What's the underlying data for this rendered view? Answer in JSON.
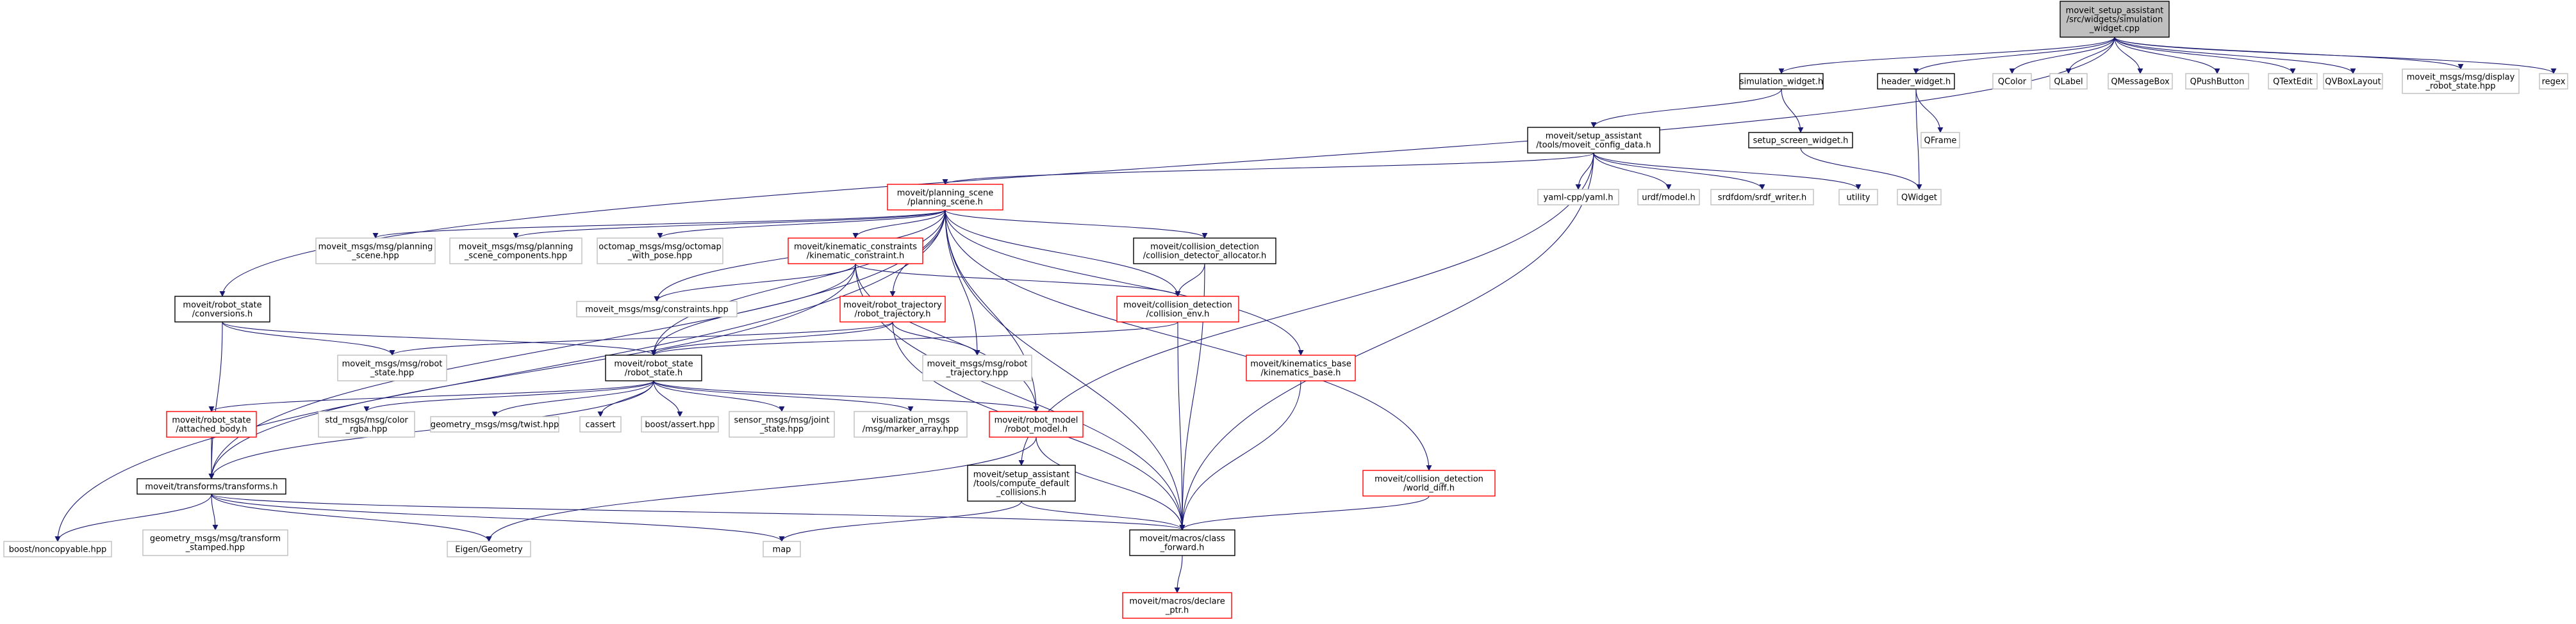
{
  "colors": {
    "edge_default": "#191970",
    "edge_grey": "#b8b8b8",
    "node_black": "#000000",
    "node_grey": "#bfbfbf",
    "node_red": "#ff0000",
    "root_fill": "#bfbfbf"
  },
  "nodes": [
    {
      "id": "root",
      "kind": "root",
      "lines": [
        "moveit_setup_assistant",
        "/src/widgets/simulation",
        "_widget.cpp"
      ]
    },
    {
      "id": "simulation_widget",
      "kind": "black",
      "lines": [
        "simulation_widget.h"
      ]
    },
    {
      "id": "header_widget",
      "kind": "black",
      "lines": [
        "header_widget.h"
      ]
    },
    {
      "id": "qcolor",
      "kind": "grey",
      "lines": [
        "QColor"
      ]
    },
    {
      "id": "qlabel",
      "kind": "grey",
      "lines": [
        "QLabel"
      ]
    },
    {
      "id": "qmessagebox",
      "kind": "grey",
      "lines": [
        "QMessageBox"
      ]
    },
    {
      "id": "qpushbutton",
      "kind": "grey",
      "lines": [
        "QPushButton"
      ]
    },
    {
      "id": "qtextedit",
      "kind": "grey",
      "lines": [
        "QTextEdit"
      ]
    },
    {
      "id": "qvboxlayout",
      "kind": "grey",
      "lines": [
        "QVBoxLayout"
      ]
    },
    {
      "id": "display_robot_state",
      "kind": "grey",
      "lines": [
        "moveit_msgs/msg/display",
        "_robot_state.hpp"
      ]
    },
    {
      "id": "regex",
      "kind": "grey",
      "lines": [
        "regex"
      ]
    },
    {
      "id": "moveit_config_data",
      "kind": "black",
      "lines": [
        "moveit/setup_assistant",
        "/tools/moveit_config_data.h"
      ]
    },
    {
      "id": "setup_screen_widget",
      "kind": "black",
      "lines": [
        "setup_screen_widget.h"
      ]
    },
    {
      "id": "qframe",
      "kind": "grey",
      "lines": [
        "QFrame"
      ]
    },
    {
      "id": "qwidget",
      "kind": "grey",
      "lines": [
        "QWidget"
      ]
    },
    {
      "id": "planning_scene",
      "kind": "red",
      "lines": [
        "moveit/planning_scene",
        "/planning_scene.h"
      ]
    },
    {
      "id": "yaml",
      "kind": "grey",
      "lines": [
        "yaml-cpp/yaml.h"
      ]
    },
    {
      "id": "urdf_model",
      "kind": "grey",
      "lines": [
        "urdf/model.h"
      ]
    },
    {
      "id": "srdf_writer",
      "kind": "grey",
      "lines": [
        "srdfdom/srdf_writer.h"
      ]
    },
    {
      "id": "utility",
      "kind": "grey",
      "lines": [
        "utility"
      ]
    },
    {
      "id": "msg_planning_scene",
      "kind": "grey",
      "lines": [
        "moveit_msgs/msg/planning",
        "_scene.hpp"
      ]
    },
    {
      "id": "planning_scene_components",
      "kind": "grey",
      "lines": [
        "moveit_msgs/msg/planning",
        "_scene_components.hpp"
      ]
    },
    {
      "id": "octomap_with_pose",
      "kind": "grey",
      "lines": [
        "octomap_msgs/msg/octomap",
        "_with_pose.hpp"
      ]
    },
    {
      "id": "kinematic_constraint",
      "kind": "red",
      "lines": [
        "moveit/kinematic_constraints",
        "/kinematic_constraint.h"
      ]
    },
    {
      "id": "collision_detector_allocator",
      "kind": "black",
      "lines": [
        "moveit/collision_detection",
        "/collision_detector_allocator.h"
      ]
    },
    {
      "id": "conversions",
      "kind": "black",
      "lines": [
        "moveit/robot_state",
        "/conversions.h"
      ]
    },
    {
      "id": "constraints",
      "kind": "grey",
      "lines": [
        "moveit_msgs/msg/constraints.hpp"
      ]
    },
    {
      "id": "robot_trajectory",
      "kind": "red",
      "lines": [
        "moveit/robot_trajectory",
        "/robot_trajectory.h"
      ]
    },
    {
      "id": "collision_env",
      "kind": "red",
      "lines": [
        "moveit/collision_detection",
        "/collision_env.h"
      ]
    },
    {
      "id": "kinematics_base",
      "kind": "red",
      "lines": [
        "moveit/kinematics_base",
        "/kinematics_base.h"
      ]
    },
    {
      "id": "msg_robot_state",
      "kind": "grey",
      "lines": [
        "moveit_msgs/msg/robot",
        "_state.hpp"
      ]
    },
    {
      "id": "robot_state",
      "kind": "black",
      "lines": [
        "moveit/robot_state",
        "/robot_state.h"
      ]
    },
    {
      "id": "msg_robot_trajectory",
      "kind": "grey",
      "lines": [
        "moveit_msgs/msg/robot",
        "_trajectory.hpp"
      ]
    },
    {
      "id": "attached_body",
      "kind": "red",
      "lines": [
        "moveit/robot_state",
        "/attached_body.h"
      ]
    },
    {
      "id": "color_rgba",
      "kind": "grey",
      "lines": [
        "std_msgs/msg/color",
        "_rgba.hpp"
      ]
    },
    {
      "id": "twist",
      "kind": "grey",
      "lines": [
        "geometry_msgs/msg/twist.hpp"
      ]
    },
    {
      "id": "cassert",
      "kind": "grey",
      "lines": [
        "cassert"
      ]
    },
    {
      "id": "boost_assert",
      "kind": "grey",
      "lines": [
        "boost/assert.hpp"
      ]
    },
    {
      "id": "joint_state",
      "kind": "grey",
      "lines": [
        "sensor_msgs/msg/joint",
        "_state.hpp"
      ]
    },
    {
      "id": "marker_array",
      "kind": "grey",
      "lines": [
        "visualization_msgs",
        "/msg/marker_array.hpp"
      ]
    },
    {
      "id": "robot_model",
      "kind": "red",
      "lines": [
        "moveit/robot_model",
        "/robot_model.h"
      ]
    },
    {
      "id": "transforms",
      "kind": "black",
      "lines": [
        "moveit/transforms/transforms.h"
      ]
    },
    {
      "id": "compute_default_collisions",
      "kind": "black",
      "lines": [
        "moveit/setup_assistant",
        "/tools/compute_default",
        "_collisions.h"
      ]
    },
    {
      "id": "world_diff",
      "kind": "red",
      "lines": [
        "moveit/collision_detection",
        "/world_diff.h"
      ]
    },
    {
      "id": "noncopyable",
      "kind": "grey",
      "lines": [
        "boost/noncopyable.hpp"
      ]
    },
    {
      "id": "transform_stamped",
      "kind": "grey",
      "lines": [
        "geometry_msgs/msg/transform",
        "_stamped.hpp"
      ]
    },
    {
      "id": "eigen_geometry",
      "kind": "grey",
      "lines": [
        "Eigen/Geometry"
      ]
    },
    {
      "id": "map",
      "kind": "grey",
      "lines": [
        "map"
      ]
    },
    {
      "id": "class_forward",
      "kind": "black",
      "lines": [
        "moveit/macros/class",
        "_forward.h"
      ]
    },
    {
      "id": "declare_ptr",
      "kind": "red",
      "lines": [
        "moveit/macros/declare",
        "_ptr.h"
      ]
    }
  ],
  "edges": [
    [
      "root",
      "simulation_widget"
    ],
    [
      "root",
      "header_widget"
    ],
    [
      "root",
      "qcolor"
    ],
    [
      "root",
      "qlabel"
    ],
    [
      "root",
      "qmessagebox"
    ],
    [
      "root",
      "qpushbutton"
    ],
    [
      "root",
      "qtextedit"
    ],
    [
      "root",
      "qvboxlayout"
    ],
    [
      "root",
      "display_robot_state"
    ],
    [
      "root",
      "regex"
    ],
    [
      "root",
      "conversions"
    ],
    [
      "simulation_widget",
      "moveit_config_data"
    ],
    [
      "simulation_widget",
      "setup_screen_widget"
    ],
    [
      "header_widget",
      "qframe"
    ],
    [
      "header_widget",
      "qwidget"
    ],
    [
      "setup_screen_widget",
      "qwidget"
    ],
    [
      "moveit_config_data",
      "planning_scene"
    ],
    [
      "moveit_config_data",
      "yaml"
    ],
    [
      "moveit_config_data",
      "urdf_model"
    ],
    [
      "moveit_config_data",
      "srdf_writer"
    ],
    [
      "moveit_config_data",
      "utility"
    ],
    [
      "moveit_config_data",
      "compute_default_collisions"
    ],
    [
      "moveit_config_data",
      "class_forward"
    ],
    [
      "planning_scene",
      "msg_planning_scene"
    ],
    [
      "planning_scene",
      "planning_scene_components"
    ],
    [
      "planning_scene",
      "octomap_with_pose"
    ],
    [
      "planning_scene",
      "kinematic_constraint"
    ],
    [
      "planning_scene",
      "collision_detector_allocator"
    ],
    [
      "planning_scene",
      "constraints"
    ],
    [
      "planning_scene",
      "robot_trajectory"
    ],
    [
      "planning_scene",
      "collision_env"
    ],
    [
      "planning_scene",
      "kinematics_base"
    ],
    [
      "planning_scene",
      "robot_state"
    ],
    [
      "planning_scene",
      "msg_robot_trajectory"
    ],
    [
      "planning_scene",
      "robot_model"
    ],
    [
      "planning_scene",
      "transforms"
    ],
    [
      "planning_scene",
      "world_diff"
    ],
    [
      "planning_scene",
      "noncopyable"
    ],
    [
      "planning_scene",
      "class_forward"
    ],
    [
      "kinematic_constraint",
      "constraints"
    ],
    [
      "kinematic_constraint",
      "robot_state"
    ],
    [
      "kinematic_constraint",
      "collision_env"
    ],
    [
      "kinematic_constraint",
      "transforms"
    ],
    [
      "kinematic_constraint",
      "robot_model"
    ],
    [
      "kinematic_constraint",
      "class_forward"
    ],
    [
      "collision_detector_allocator",
      "collision_env"
    ],
    [
      "collision_detector_allocator",
      "class_forward"
    ],
    [
      "conversions",
      "msg_robot_state"
    ],
    [
      "conversions",
      "robot_state"
    ],
    [
      "conversions",
      "transforms"
    ],
    [
      "robot_trajectory",
      "robot_state"
    ],
    [
      "robot_trajectory",
      "msg_robot_trajectory"
    ],
    [
      "robot_trajectory",
      "msg_robot_state"
    ],
    [
      "robot_trajectory",
      "class_forward"
    ],
    [
      "collision_env",
      "robot_state"
    ],
    [
      "collision_env",
      "class_forward"
    ],
    [
      "kinematics_base",
      "class_forward"
    ],
    [
      "robot_state",
      "attached_body"
    ],
    [
      "robot_state",
      "color_rgba"
    ],
    [
      "robot_state",
      "twist"
    ],
    [
      "robot_state",
      "cassert"
    ],
    [
      "robot_state",
      "boost_assert"
    ],
    [
      "robot_state",
      "joint_state"
    ],
    [
      "robot_state",
      "marker_array"
    ],
    [
      "robot_state",
      "robot_model"
    ],
    [
      "robot_state",
      "transforms"
    ],
    [
      "attached_body",
      "transforms"
    ],
    [
      "robot_model",
      "class_forward"
    ],
    [
      "robot_model",
      "eigen_geometry"
    ],
    [
      "transforms",
      "noncopyable"
    ],
    [
      "transforms",
      "transform_stamped"
    ],
    [
      "transforms",
      "eigen_geometry"
    ],
    [
      "transforms",
      "map"
    ],
    [
      "transforms",
      "class_forward"
    ],
    [
      "compute_default_collisions",
      "map"
    ],
    [
      "compute_default_collisions",
      "class_forward"
    ],
    [
      "world_diff",
      "class_forward"
    ],
    [
      "class_forward",
      "declare_ptr"
    ]
  ]
}
